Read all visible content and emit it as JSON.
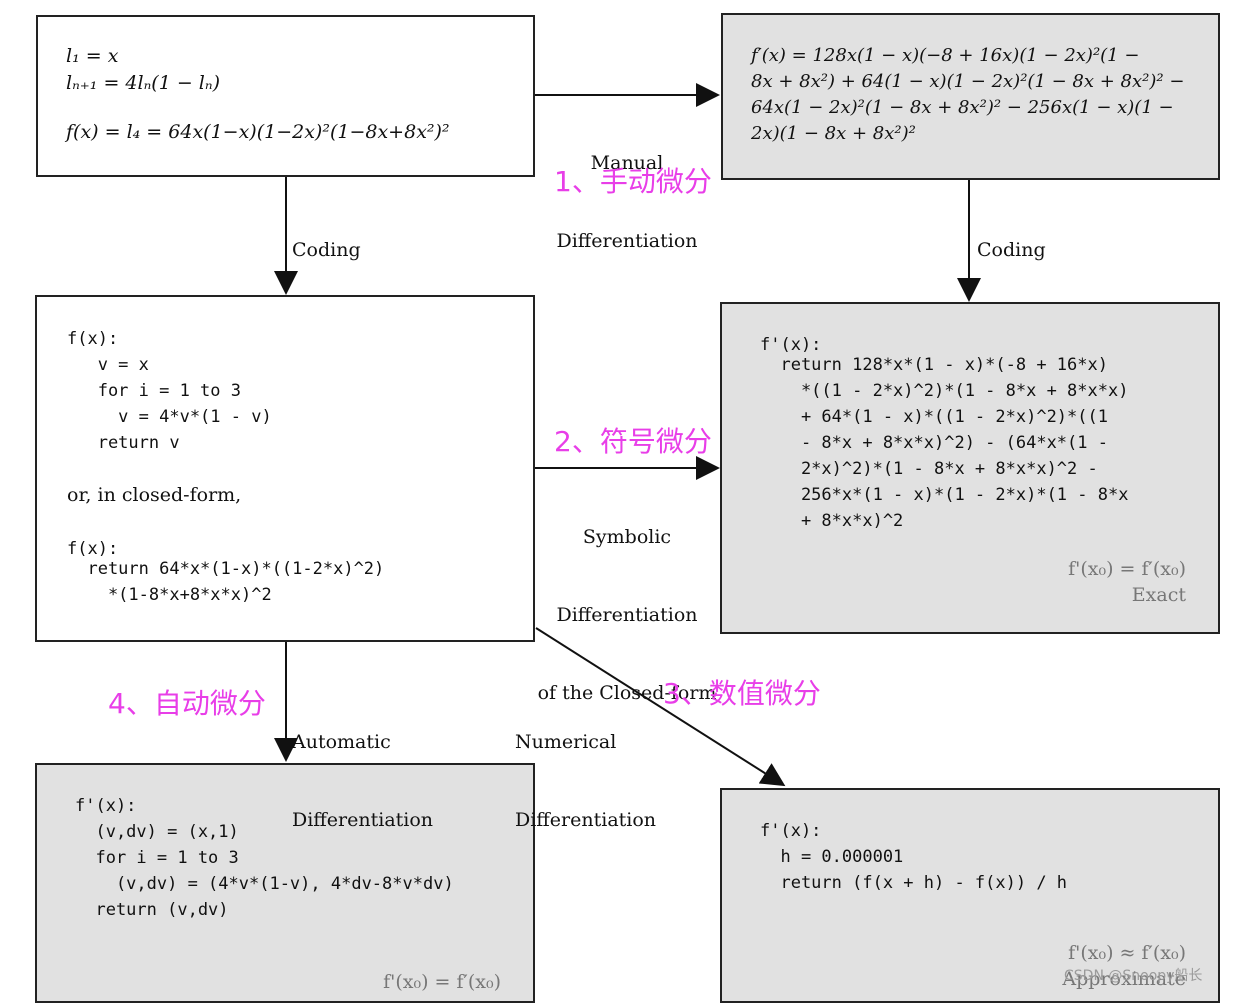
{
  "boxes": {
    "definition": {
      "lines": [
        "l₁ = x",
        "lₙ₊₁ = 4lₙ(1 − lₙ)",
        "",
        "f(x) = l₄ = 64x(1−x)(1−2x)²(1−8x+8x²)²"
      ]
    },
    "manual_result": {
      "lines": [
        "f′(x) = 128x(1 − x)(−8 + 16x)(1 − 2x)²(1 −",
        "8x + 8x²) + 64(1 − x)(1 − 2x)²(1 − 8x + 8x²)² −",
        "64x(1 − 2x)²(1 − 8x + 8x²)² − 256x(1 − x)(1 −",
        "2x)(1 − 8x + 8x²)²"
      ]
    },
    "code": {
      "lines": [
        "f(x):",
        "   v = x",
        "   for i = 1 to 3",
        "     v = 4*v*(1 - v)",
        "   return v"
      ],
      "mid": "or, in closed-form,",
      "lines2": [
        "f(x):",
        "  return 64*x*(1-x)*((1-2*x)^2)",
        "    *(1-8*x+8*x*x)^2"
      ]
    },
    "symbolic_code": {
      "lines": [
        "f'(x):",
        "  return 128*x*(1 - x)*(-8 + 16*x)",
        "    *((1 - 2*x)^2)*(1 - 8*x + 8*x*x)",
        "    + 64*(1 - x)*((1 - 2*x)^2)*((1",
        "    - 8*x + 8*x*x)^2) - (64*x*(1 -",
        "    2*x)^2)*(1 - 8*x + 8*x*x)^2 -",
        "    256*x*(1 - x)*(1 - 2*x)*(1 - 8*x",
        "    + 8*x*x)^2"
      ],
      "note1": "f'(x₀) = f′(x₀)",
      "note2": "Exact"
    },
    "autodiff_code": {
      "lines": [
        "f'(x):",
        "  (v,dv) = (x,1)",
        "  for i = 1 to 3",
        "    (v,dv) = (4*v*(1-v), 4*dv-8*v*dv)",
        "  return (v,dv)"
      ],
      "note1": "f'(x₀) = f′(x₀)"
    },
    "numerical_code": {
      "lines": [
        "f'(x):",
        "  h = 0.000001",
        "  return (f(x + h) - f(x)) / h"
      ],
      "note1": "f'(x₀) ≈ f′(x₀)",
      "note2": "Approximate"
    }
  },
  "edges": {
    "manual": [
      "Manual",
      "Differentiation"
    ],
    "coding_left": "Coding",
    "coding_right": "Coding",
    "symbolic": [
      "Symbolic",
      "Differentiation",
      "of the Closed-form"
    ],
    "automatic": [
      "Automatic",
      "Differentiation"
    ],
    "numerical": [
      "Numerical",
      "Differentiation"
    ]
  },
  "annotations": {
    "manual_cn": "1、手动微分",
    "symbolic_cn": "2、符号微分",
    "numerical_cn": "3、数值微分",
    "automatic_cn": "4、自动微分"
  },
  "watermark": "CSDN @Snoopy船长",
  "colors": {
    "annotation": "#e83ee8",
    "box_fill": "#e1e1e1"
  }
}
